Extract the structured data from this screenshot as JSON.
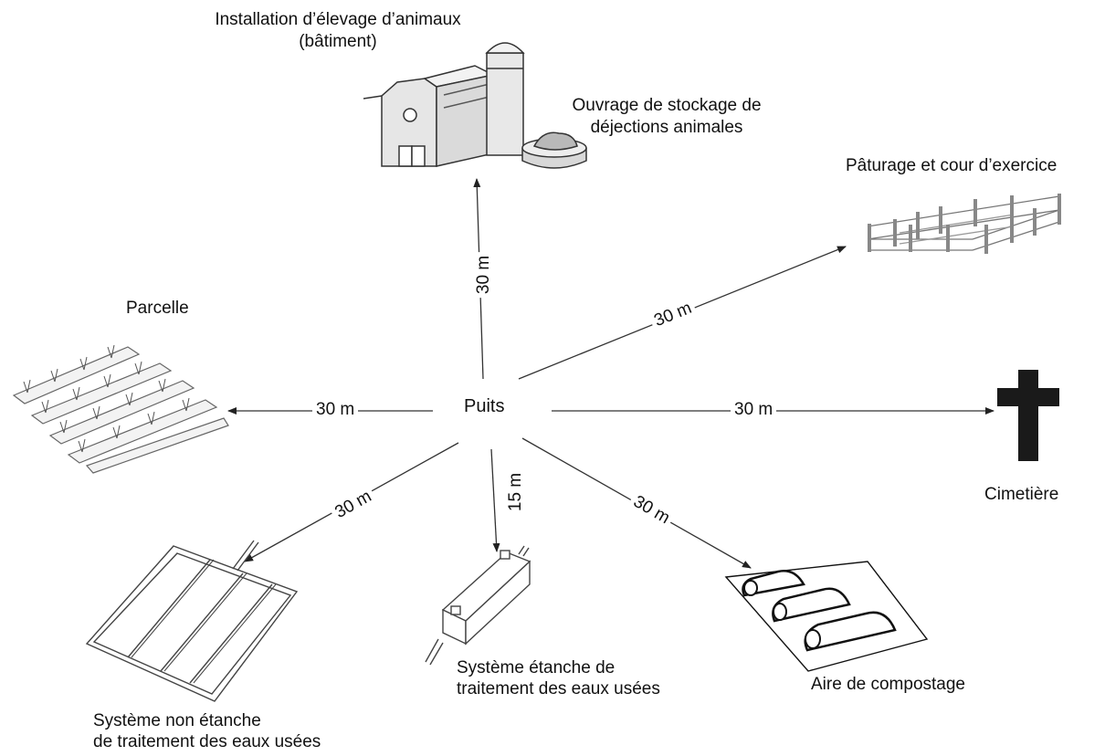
{
  "center": {
    "label": "Puits"
  },
  "items": {
    "livestock_building": {
      "label_line1": "Installation d’élevage d’animaux",
      "label_line2": "(bâtiment)",
      "distance": "30 m"
    },
    "manure_storage": {
      "label_line1": "Ouvrage de stockage de",
      "label_line2": "déjections animales"
    },
    "pasture": {
      "label": "Pâturage et cour d’exercice",
      "distance": "30 m"
    },
    "field": {
      "label": "Parcelle",
      "distance": "30 m"
    },
    "cemetery": {
      "label": "Cimetière",
      "distance": "30 m"
    },
    "non_sealed_system": {
      "label_line1": "Système non étanche",
      "label_line2": "de traitement des eaux usées",
      "distance": "30 m"
    },
    "sealed_system": {
      "label_line1": "Système étanche de",
      "label_line2": "traitement des eaux usées",
      "distance": "15 m"
    },
    "composting": {
      "label": "Aire de compostage",
      "distance": "30 m"
    }
  },
  "icons": [
    "barn-icon",
    "silo-icon",
    "manure-tank-icon",
    "fence-icon",
    "field-icon",
    "cross-icon",
    "drainfield-icon",
    "septic-tank-icon",
    "compost-windrows-icon"
  ]
}
